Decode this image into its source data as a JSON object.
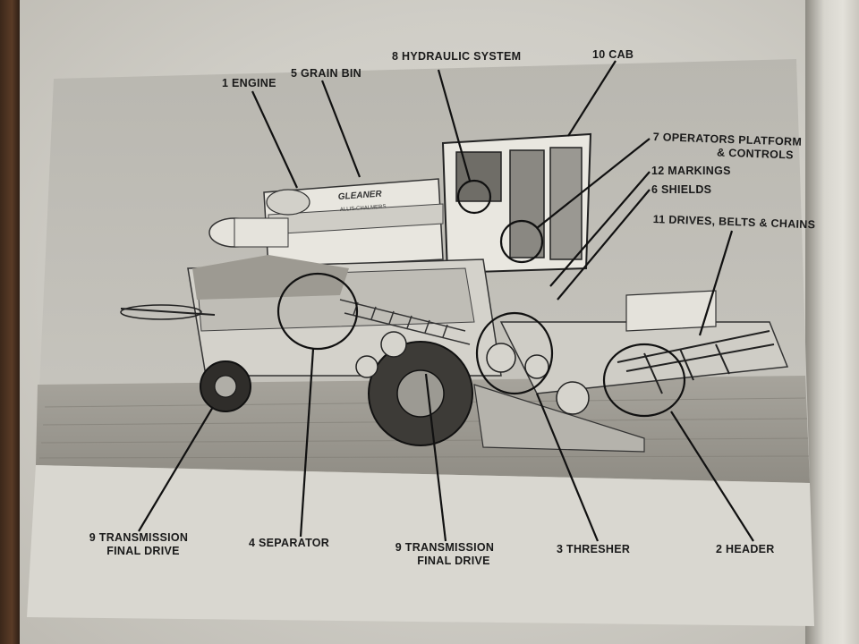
{
  "diagram": {
    "labels": {
      "engine": "1 ENGINE",
      "grain_bin": "5 GRAIN BIN",
      "hydraulic": "8 HYDRAULIC SYSTEM",
      "cab": "10 CAB",
      "operators_1": "7 OPERATORS PLATFORM",
      "operators_2": "& CONTROLS",
      "markings": "12 MARKINGS",
      "shields": "6 SHIELDS",
      "drives": "11 DRIVES, BELTS & CHAINS",
      "trans_left_1": "9 TRANSMISSION",
      "trans_left_2": "FINAL DRIVE",
      "separator": "4 SEPARATOR",
      "trans_mid_1": "9 TRANSMISSION",
      "trans_mid_2": "FINAL DRIVE",
      "thresher": "3 THRESHER",
      "header": "2 HEADER"
    },
    "machine_text": {
      "brand": "GLEANER",
      "maker": "ALLIS-CHALMERS"
    }
  }
}
